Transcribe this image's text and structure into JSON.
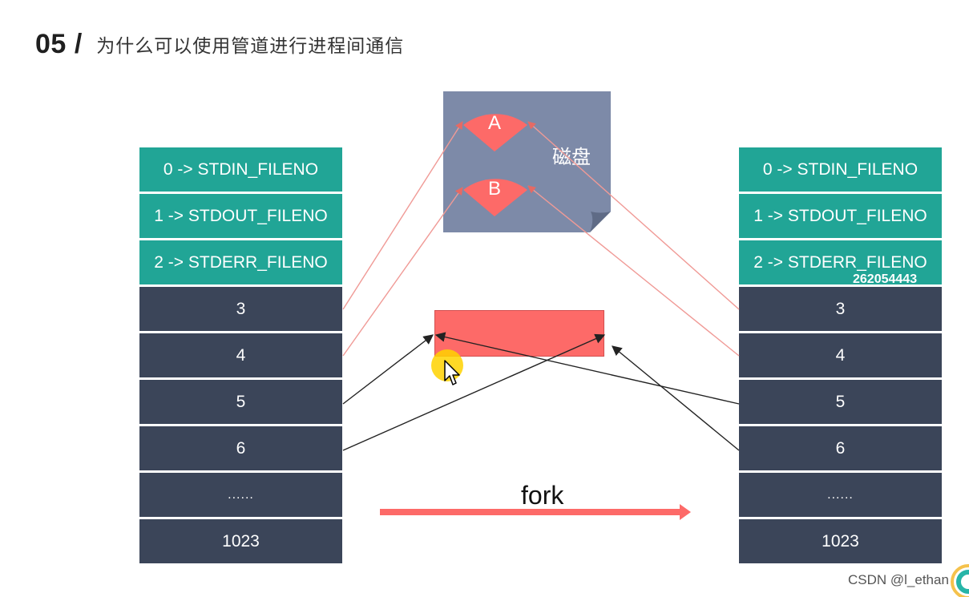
{
  "header": {
    "number": "05",
    "slash": "/",
    "title": "为什么可以使用管道进行进程间通信"
  },
  "left_table": {
    "rows": [
      {
        "label": "0 -> STDIN_FILENO",
        "kind": "std"
      },
      {
        "label": "1 -> STDOUT_FILENO",
        "kind": "std"
      },
      {
        "label": "2 -> STDERR_FILENO",
        "kind": "std"
      },
      {
        "label": "3",
        "kind": "fd"
      },
      {
        "label": "4",
        "kind": "fd"
      },
      {
        "label": "5",
        "kind": "fd"
      },
      {
        "label": "6",
        "kind": "fd"
      },
      {
        "label": "......",
        "kind": "dots"
      },
      {
        "label": "1023",
        "kind": "fd"
      }
    ]
  },
  "right_table": {
    "rows": [
      {
        "label": "0 -> STDIN_FILENO",
        "kind": "std"
      },
      {
        "label": "1 -> STDOUT_FILENO",
        "kind": "std"
      },
      {
        "label": "2 -> STDERR_FILENO",
        "kind": "std"
      },
      {
        "label": "3",
        "kind": "fd"
      },
      {
        "label": "4",
        "kind": "fd"
      },
      {
        "label": "5",
        "kind": "fd"
      },
      {
        "label": "6",
        "kind": "fd"
      },
      {
        "label": "......",
        "kind": "dots"
      },
      {
        "label": "1023",
        "kind": "fd"
      }
    ]
  },
  "disk": {
    "label": "磁盘",
    "sector_a": "A",
    "sector_b": "B"
  },
  "fork": {
    "label": "fork"
  },
  "overlay": {
    "id_number": "262054443",
    "watermark": "CSDN @l_ethan"
  },
  "colors": {
    "std_row": "#21a596",
    "fd_row": "#3b4559",
    "disk_bg": "#7d8aa8",
    "sector": "#fd6a68",
    "pipe": "#fd6a68",
    "disk_line": "#f09a96",
    "pipe_line": "#222222"
  }
}
